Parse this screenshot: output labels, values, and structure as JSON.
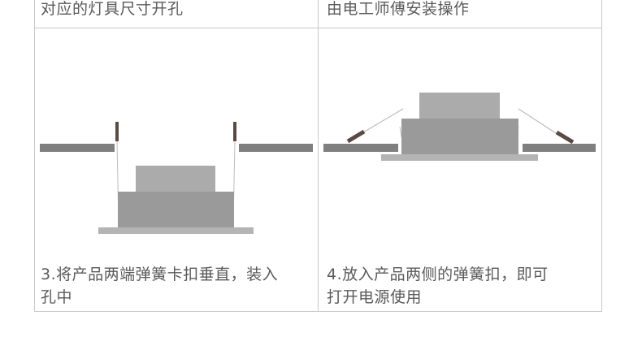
{
  "steps": [
    {
      "id": "step2",
      "title_tail": "对应的灯具尺寸开孔"
    },
    {
      "id": "step-top-right",
      "title_tail": "由电工师傅安装操作"
    },
    {
      "id": "step3",
      "caption_line1": "3.将产品两端弹簧卡扣垂直，装入",
      "caption_line2": "孔中"
    },
    {
      "id": "step4",
      "caption_line1": "4.放入产品两侧的弹簧扣，即可",
      "caption_line2": "打开电源使用"
    }
  ],
  "colors": {
    "border": "#c8c8c8",
    "ceiling": "#7f7f7f",
    "fixture_body": "#9a9a9a",
    "fixture_top": "#ababab",
    "trim": "#b4b4b4",
    "spring_clip": "#5a4a44",
    "wire": "#bdbdbd"
  }
}
